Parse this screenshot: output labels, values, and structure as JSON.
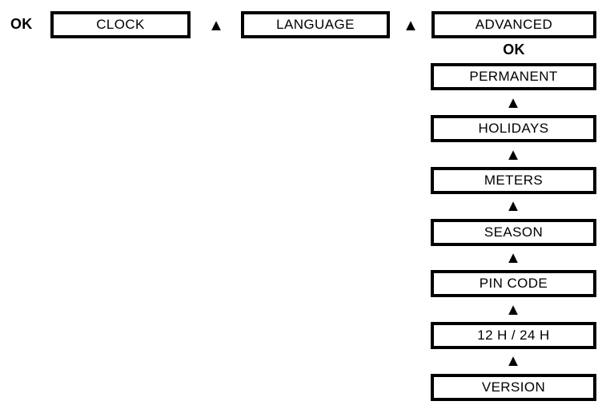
{
  "diagram": {
    "separator_icon": "▲",
    "colors": {
      "foreground": "#000000",
      "background": "#ffffff"
    },
    "top_row": {
      "ok_label": "OK",
      "items": [
        {
          "label": "CLOCK"
        },
        {
          "label": "LANGUAGE"
        },
        {
          "label": "ADVANCED"
        }
      ]
    },
    "advanced_menu": {
      "ok_label": "OK",
      "items": [
        {
          "label": "PERMANENT"
        },
        {
          "label": "HOLIDAYS"
        },
        {
          "label": "METERS"
        },
        {
          "label": "SEASON"
        },
        {
          "label": "PIN CODE"
        },
        {
          "label": "12 H / 24 H"
        },
        {
          "label": "VERSION"
        }
      ]
    }
  }
}
